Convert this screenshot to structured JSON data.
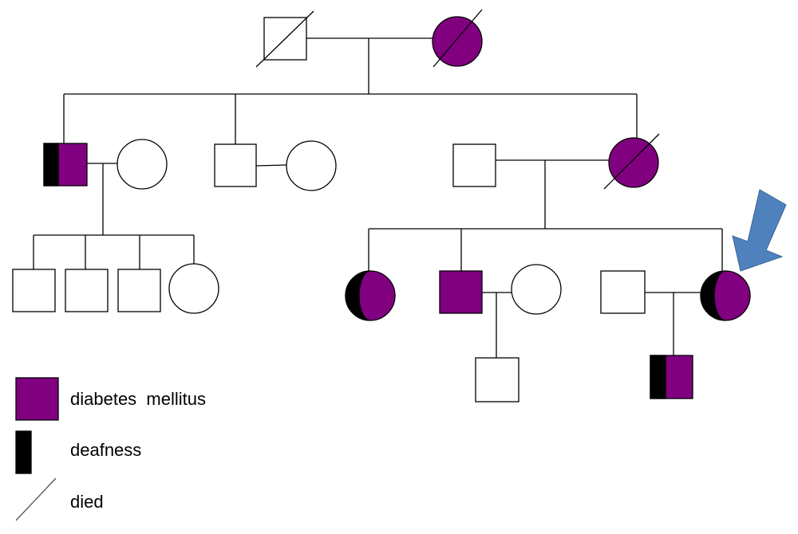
{
  "colors": {
    "diabetes": "#800080",
    "deafness": "#000000",
    "proband_arrow": "#4f81bd"
  },
  "legend": {
    "diabetes_label": "diabetes  mellitus",
    "deafness_label": "deafness",
    "died_label": "died"
  }
}
